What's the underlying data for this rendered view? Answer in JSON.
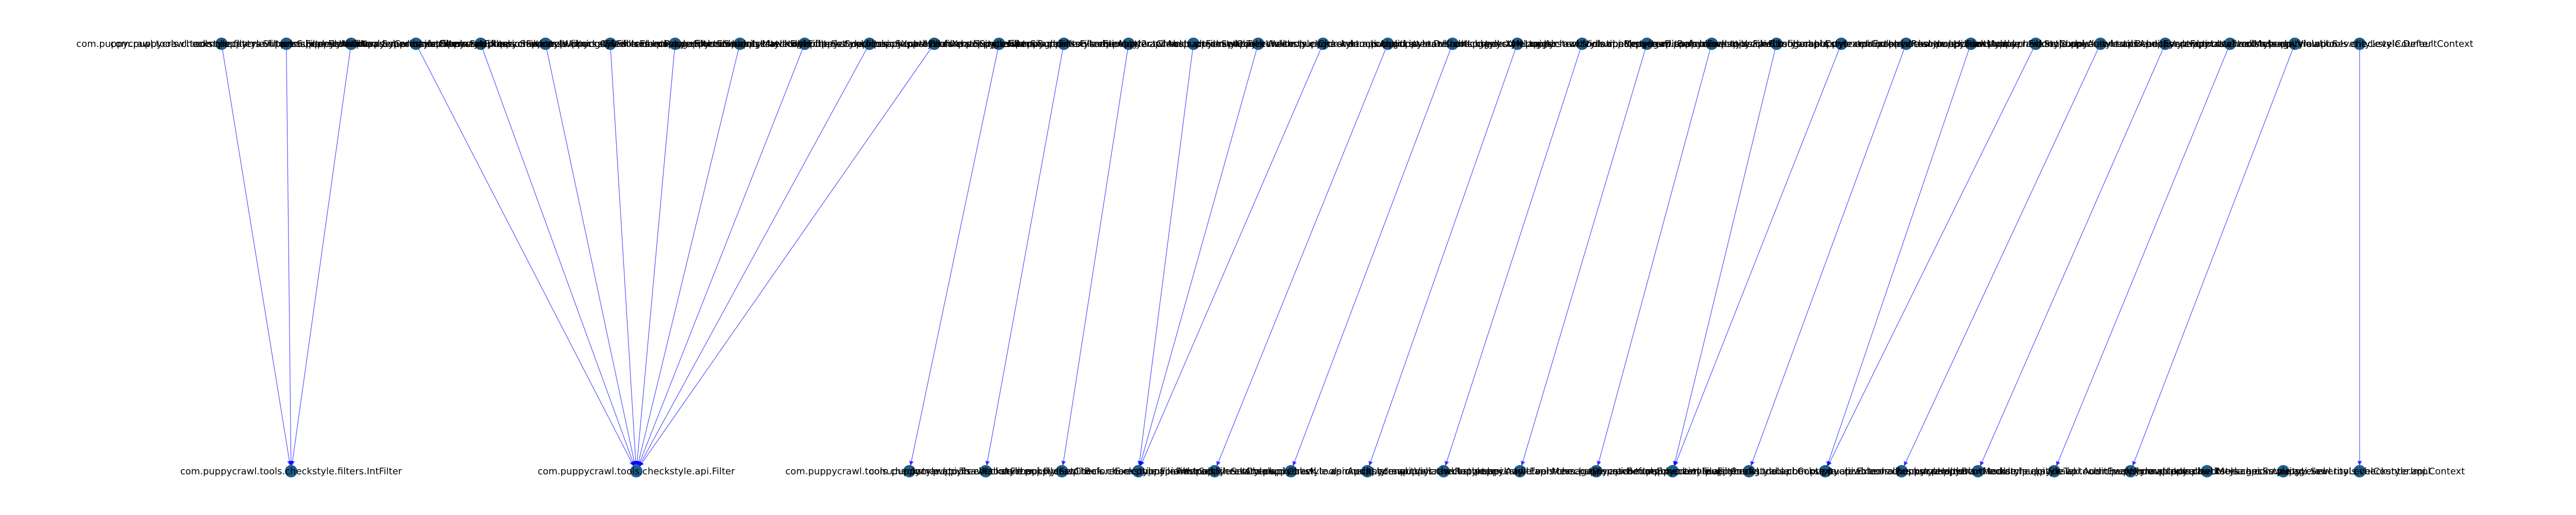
{
  "diagram": {
    "type": "directed-graph",
    "colors": {
      "edge": "#0000ff",
      "node": "#1f5f8b",
      "label": "#000000",
      "background": "#ffffff"
    },
    "nodes": [
      {
        "id": "t1",
        "label": "com.puppycrawl.tools.checkstyle.filters.SuppressFilterElement",
        "level": "top"
      },
      {
        "id": "t2",
        "label": "com.puppycrawl.tools.checkstyle.filters.SuppressWithNearbyCommentFilter",
        "level": "top"
      },
      {
        "id": "t3",
        "label": "com.puppycrawl.tools.checkstyle.filters.SuppressionCommentFilter",
        "level": "top"
      },
      {
        "id": "t4",
        "label": "com.puppycrawl.tools.checkstyle.filters.SuppressionFilter",
        "level": "top"
      },
      {
        "id": "t5",
        "label": "com.puppycrawl.tools.checkstyle.filters.SuppressWarningsFilter",
        "level": "top"
      },
      {
        "id": "t6",
        "label": "com.puppycrawl.tools.checkstyle.filters.CsvFilterElement",
        "level": "top"
      },
      {
        "id": "t7",
        "label": "com.puppycrawl.tools.checkstyle.filters.IntRangeFilterElement",
        "level": "top"
      },
      {
        "id": "t8",
        "label": "com.puppycrawl.tools.checkstyle.filters.SeverityMatchFilter",
        "level": "top"
      },
      {
        "id": "t9",
        "label": "com.puppycrawl.tools.checkstyle.api.FilterSet",
        "level": "top"
      },
      {
        "id": "t10",
        "label": "com.puppycrawl.tools.checkstyle.filters.SuppressionXpathFilter",
        "level": "top"
      },
      {
        "id": "t11",
        "label": "com.puppycrawl.tools.checkstyle.filters.SuppressionXpathSingleFilter",
        "level": "top"
      },
      {
        "id": "t12",
        "label": "com.puppycrawl.tools.checkstyle.filters.SuppressionSingleFilter",
        "level": "top"
      },
      {
        "id": "t13",
        "label": "com.puppycrawl.tools.checkstyle.filters.SuppressFilterElement2",
        "level": "top"
      },
      {
        "id": "t14",
        "label": "com.puppycrawl.tools.checkstyle.api.AbstractCheck",
        "level": "top"
      },
      {
        "id": "t15",
        "label": "com.puppycrawl.tools.checkstyle.api.AbstractFileSetCheck",
        "level": "top"
      },
      {
        "id": "t16",
        "label": "com.puppycrawl.tools.checkstyle.TreeWalker",
        "level": "top"
      },
      {
        "id": "t17",
        "label": "com.puppycrawl.tools.checkstyle.Checker",
        "level": "top"
      },
      {
        "id": "t18",
        "label": "com.puppycrawl.tools.checkstyle.api.AuditListener",
        "level": "top"
      },
      {
        "id": "t19",
        "label": "com.puppycrawl.tools.checkstyle.DefaultLogger",
        "level": "top"
      },
      {
        "id": "t20",
        "label": "com.puppycrawl.tools.checkstyle.XMLLogger",
        "level": "top"
      },
      {
        "id": "t21",
        "label": "com.puppycrawl.tools.checkstyle.api.AbstractViolationReporter",
        "level": "top"
      },
      {
        "id": "t22",
        "label": "com.puppycrawl.tools.checkstyle.api.MessageDispatcher",
        "level": "top"
      },
      {
        "id": "t23",
        "label": "com.puppycrawl.tools.checkstyle.api.BeforeExecutionFileFilter",
        "level": "top"
      },
      {
        "id": "t24",
        "label": "com.puppycrawl.tools.checkstyle.api.Configurable",
        "level": "top"
      },
      {
        "id": "t25",
        "label": "com.puppycrawl.tools.checkstyle.api.Contextualizable",
        "level": "top"
      },
      {
        "id": "t26",
        "label": "com.puppycrawl.tools.checkstyle.api.ExternalResourceHolder",
        "level": "top"
      },
      {
        "id": "t27",
        "label": "com.puppycrawl.tools.checkstyle.api.RootModule",
        "level": "top"
      },
      {
        "id": "t28",
        "label": "com.puppycrawl.tools.checkstyle.api.FileSetCheck",
        "level": "top"
      },
      {
        "id": "t29",
        "label": "com.puppycrawl.tools.checkstyle.api.AutomaticBean",
        "level": "top"
      },
      {
        "id": "t30",
        "label": "com.puppycrawl.tools.checkstyle.api.AuditEventFormatter",
        "level": "top"
      },
      {
        "id": "t31",
        "label": "com.puppycrawl.tools.checkstyle.api.LocalizedMessage",
        "level": "top"
      },
      {
        "id": "t32",
        "label": "com.puppycrawl.tools.checkstyle.api.Violation",
        "level": "top"
      },
      {
        "id": "t33",
        "label": "com.puppycrawl.tools.checkstyle.api.SeverityLevelCounter",
        "level": "top"
      },
      {
        "id": "t34",
        "label": "com.puppycrawl.tools.checkstyle.DefaultContext",
        "level": "top"
      },
      {
        "id": "b1",
        "label": "com.puppycrawl.tools.checkstyle.filters.IntFilter",
        "level": "bottom"
      },
      {
        "id": "b2",
        "label": "com.puppycrawl.tools.checkstyle.api.Filter",
        "level": "bottom"
      },
      {
        "id": "b3",
        "label": "com.puppycrawl.tools.checkstyle.api.TreeWalkerFilter",
        "level": "bottom"
      },
      {
        "id": "b4",
        "label": "com.puppycrawl.tools.checkstyle.api.FileSetCheck",
        "level": "bottom"
      },
      {
        "id": "b5",
        "label": "com.puppycrawl.tools.checkstyle.api.BeforeExecutionFileFilterSet",
        "level": "bottom"
      },
      {
        "id": "b6",
        "label": "com.puppycrawl.tools.checkstyle.api.AbstractFileSetCheck",
        "level": "bottom"
      },
      {
        "id": "b7",
        "label": "com.puppycrawl.tools.checkstyle.api.Check",
        "level": "bottom"
      },
      {
        "id": "b8",
        "label": "com.puppycrawl.tools.checkstyle.api.AuditListener",
        "level": "bottom"
      },
      {
        "id": "b9",
        "label": "com.puppycrawl.tools.checkstyle.api.ViolationReporter",
        "level": "bottom"
      },
      {
        "id": "b10",
        "label": "com.puppycrawl.tools.checkstyle.api.AuditEvent",
        "level": "bottom"
      },
      {
        "id": "b11",
        "label": "com.puppycrawl.tools.checkstyle.api.MessageDispatcherImpl",
        "level": "bottom"
      },
      {
        "id": "b12",
        "label": "com.puppycrawl.tools.checkstyle.api.BeforeExecutionFileFilter",
        "level": "bottom"
      },
      {
        "id": "b13",
        "label": "com.puppycrawl.tools.checkstyle.api.Configurable",
        "level": "bottom"
      },
      {
        "id": "b14",
        "label": "com.puppycrawl.tools.checkstyle.api.Contextualizable",
        "level": "bottom"
      },
      {
        "id": "b15",
        "label": "com.puppycrawl.tools.checkstyle.api.ExternalResourceHolder",
        "level": "bottom"
      },
      {
        "id": "b16",
        "label": "com.puppycrawl.tools.checkstyle.api.RootModule",
        "level": "bottom"
      },
      {
        "id": "b17",
        "label": "com.puppycrawl.tools.checkstyle.api.FileText",
        "level": "bottom"
      },
      {
        "id": "b18",
        "label": "com.puppycrawl.tools.checkstyle.api.AuditEventFormatterImpl",
        "level": "bottom"
      },
      {
        "id": "b19",
        "label": "com.puppycrawl.tools.checkstyle.api.LocalizedMessages",
        "level": "bottom"
      },
      {
        "id": "b20",
        "label": "com.puppycrawl.tools.checkstyle.api.SeverityLevel",
        "level": "bottom"
      },
      {
        "id": "b21",
        "label": "com.puppycrawl.tools.checkstyle.api.SeverityLevelCounterImpl",
        "level": "bottom"
      },
      {
        "id": "b22",
        "label": "com.puppycrawl.tools.checkstyle.api.Context",
        "level": "bottom"
      }
    ],
    "edges": [
      [
        "t1",
        "b1"
      ],
      [
        "t2",
        "b1"
      ],
      [
        "t3",
        "b1"
      ],
      [
        "t4",
        "b2"
      ],
      [
        "t5",
        "b2"
      ],
      [
        "t6",
        "b2"
      ],
      [
        "t7",
        "b2"
      ],
      [
        "t8",
        "b2"
      ],
      [
        "t9",
        "b2"
      ],
      [
        "t10",
        "b2"
      ],
      [
        "t11",
        "b2"
      ],
      [
        "t12",
        "b2"
      ],
      [
        "t13",
        "b3"
      ],
      [
        "t14",
        "b4"
      ],
      [
        "t15",
        "b5"
      ],
      [
        "t16",
        "b6"
      ],
      [
        "t17",
        "b6"
      ],
      [
        "t18",
        "b6"
      ],
      [
        "t19",
        "b7"
      ],
      [
        "t20",
        "b8"
      ],
      [
        "t21",
        "b9"
      ],
      [
        "t22",
        "b10"
      ],
      [
        "t23",
        "b11"
      ],
      [
        "t24",
        "b12"
      ],
      [
        "t25",
        "b13"
      ],
      [
        "t26",
        "b13"
      ],
      [
        "t27",
        "b14"
      ],
      [
        "t28",
        "b15"
      ],
      [
        "t29",
        "b15"
      ],
      [
        "t30",
        "b16"
      ],
      [
        "t31",
        "b17"
      ],
      [
        "t32",
        "b18"
      ],
      [
        "t33",
        "b19"
      ],
      [
        "t34",
        "b22"
      ]
    ]
  }
}
